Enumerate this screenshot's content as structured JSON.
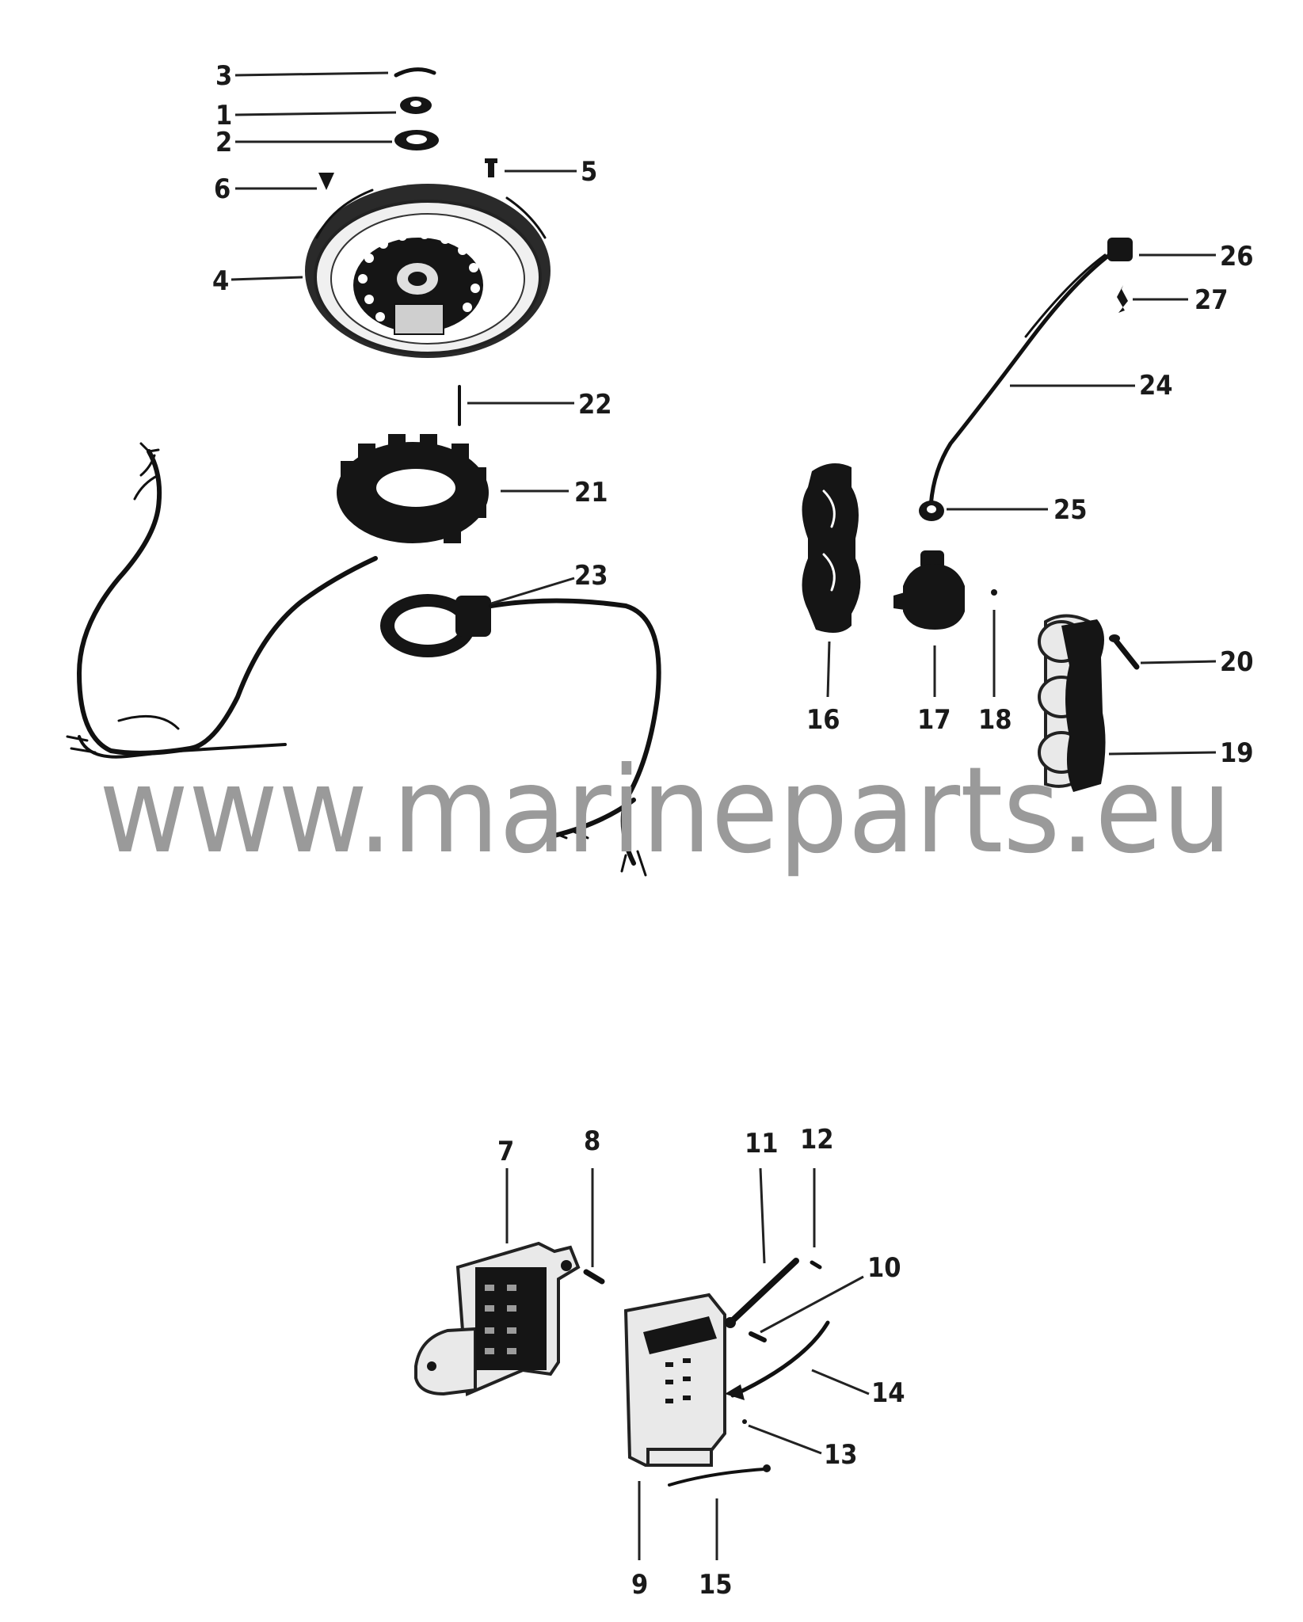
{
  "watermark": "www.marineparts.eu",
  "callouts": {
    "c1": "1",
    "c2": "2",
    "c3": "3",
    "c4": "4",
    "c5": "5",
    "c6": "6",
    "c7": "7",
    "c8": "8",
    "c9": "9",
    "c10": "10",
    "c11": "11",
    "c12": "12",
    "c13": "13",
    "c14": "14",
    "c15": "15",
    "c16": "16",
    "c17": "17",
    "c18": "18",
    "c19": "19",
    "c20": "20",
    "c21": "21",
    "c22": "22",
    "c23": "23",
    "c24": "24",
    "c25": "25",
    "c26": "26",
    "c27": "27"
  }
}
